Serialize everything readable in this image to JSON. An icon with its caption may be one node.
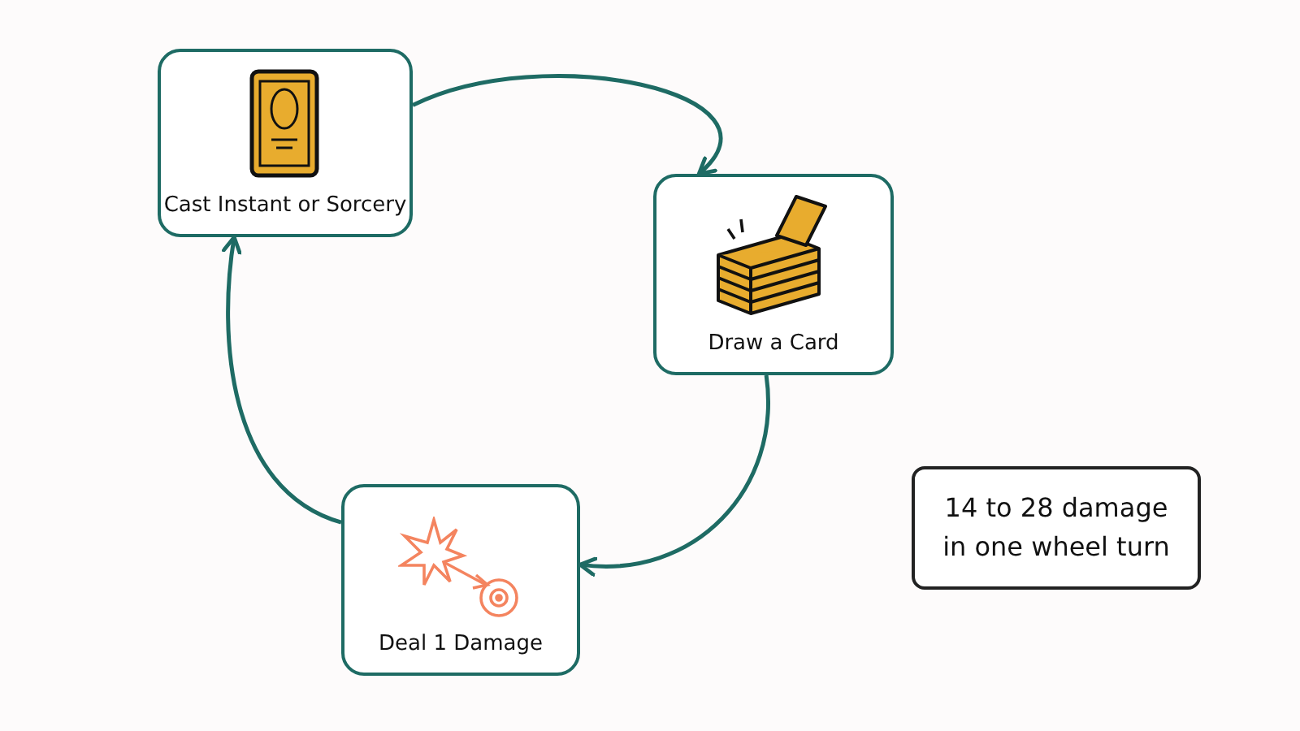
{
  "diagram": {
    "nodes": [
      {
        "text": [
          "Cast Instant or Sorcery"
        ]
      },
      {
        "text": [
          "Draw a Card"
        ]
      },
      {
        "text": [
          "Deal 1 Damage"
        ]
      },
      {
        "text": [
          "14 to 28 damage in one wheel turn"
        ]
      }
    ],
    "edges": [
      {
        "from": 0,
        "to": 1,
        "arrow": "to"
      },
      {
        "from": 1,
        "to": 2,
        "arrow": "to"
      },
      {
        "from": 2,
        "to": 0,
        "arrow": "to"
      }
    ]
  }
}
